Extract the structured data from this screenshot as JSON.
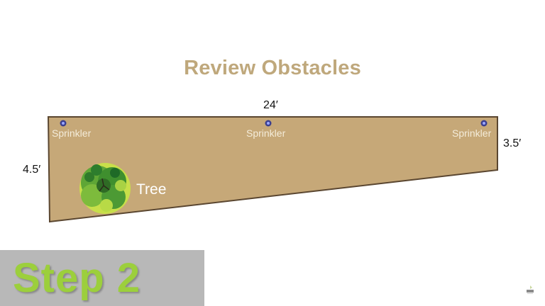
{
  "title": "Review Obstacles",
  "dimensions": {
    "top": "24′",
    "left": "4.5′",
    "right": "3.5′"
  },
  "sprinklers": [
    {
      "label": "Sprinkler"
    },
    {
      "label": "Sprinkler"
    },
    {
      "label": "Sprinkler"
    }
  ],
  "tree": {
    "label": "Tree"
  },
  "step": {
    "label": "Step 2"
  },
  "colors": {
    "yard_fill": "#c6a878",
    "yard_stroke": "#5a4630",
    "title": "#bfa87c",
    "sprinkler": "#3b3f8f",
    "step_text": "#9ccf3c",
    "step_bg": "#b8b8b8"
  },
  "logo": {
    "icon": "company-logo-icon"
  }
}
